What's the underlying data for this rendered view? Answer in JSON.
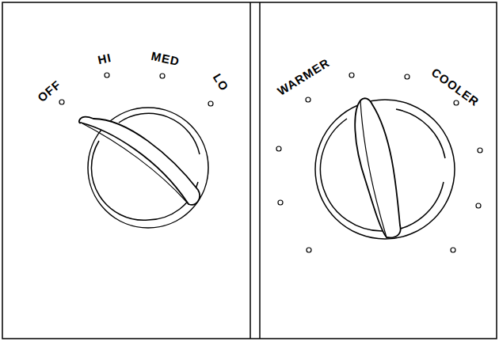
{
  "diagram": {
    "labels": [
      "OFF",
      "HI",
      "MED",
      "LO",
      "WARMER",
      "COOLER"
    ]
  }
}
